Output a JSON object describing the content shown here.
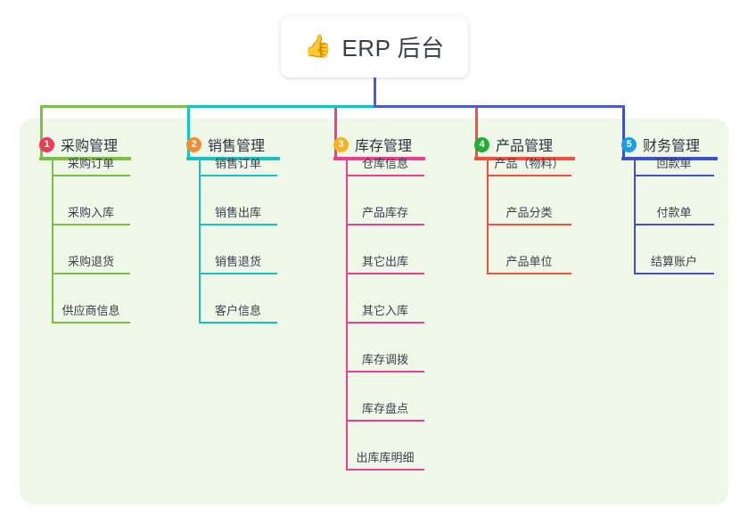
{
  "root": {
    "icon": "thumbs-up-icon",
    "emoji": "👍",
    "title": "ERP 后台"
  },
  "theme": {
    "page_background": "#ffffff",
    "panel_background": "#eff7e9",
    "card_background": "#ffffff",
    "root_stem_color": "#4f5bd5",
    "bus_color": "#4f5bd5",
    "text_color": "#3a3f4b"
  },
  "columns": [
    {
      "number": "1",
      "label": "采购管理",
      "badge_color": "#ef3b54",
      "line_color": "#7cbf44",
      "items": [
        "采购订单",
        "采购入库",
        "采购退货",
        "供应商信息"
      ]
    },
    {
      "number": "2",
      "label": "销售管理",
      "badge_color": "#f08c33",
      "line_color": "#19c2c2",
      "items": [
        "销售订单",
        "销售出库",
        "销售退货",
        "客户信息"
      ]
    },
    {
      "number": "3",
      "label": "库存管理",
      "badge_color": "#f5b51d",
      "line_color": "#ec3f92",
      "items": [
        "仓库信息",
        "产品库存",
        "其它出库",
        "其它入库",
        "库存调拨",
        "库存盘点",
        "出库库明细"
      ]
    },
    {
      "number": "4",
      "label": "产品管理",
      "badge_color": "#23ac38",
      "line_color": "#f4503f",
      "items": [
        "产品（物料）",
        "产品分类",
        "产品单位"
      ]
    },
    {
      "number": "5",
      "label": "财务管理",
      "badge_color": "#1a9ee0",
      "line_color": "#3f51c4",
      "items": [
        "回款单",
        "付款单",
        "结算账户"
      ]
    }
  ]
}
